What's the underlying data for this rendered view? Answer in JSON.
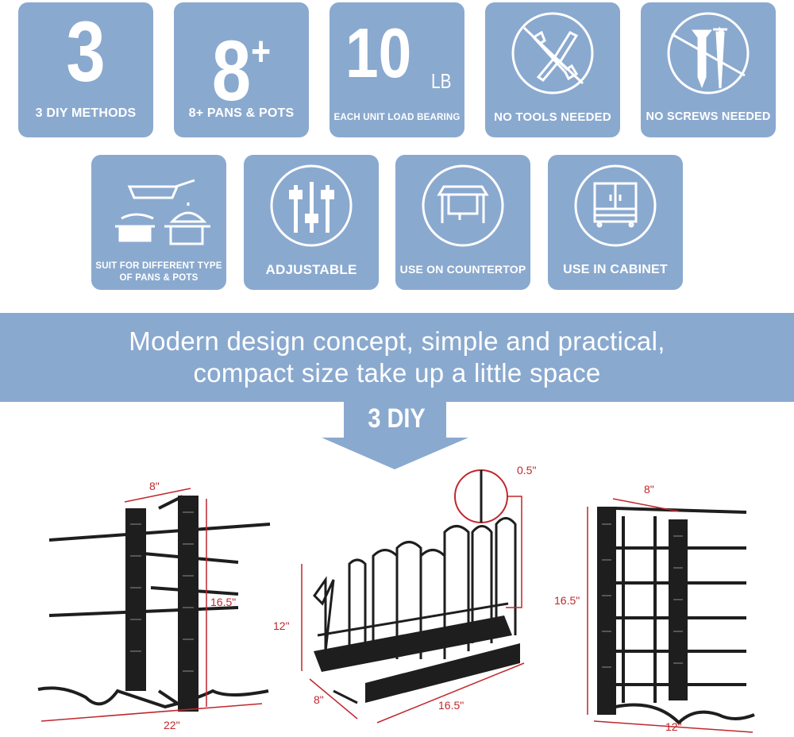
{
  "feature_tiles_row1": [
    {
      "big": "3",
      "label": "3 DIY METHODS"
    },
    {
      "big": "8",
      "sup": "+",
      "label": "8+ PANS & POTS"
    },
    {
      "big": "10",
      "unit": "LB",
      "label": "EACH UNIT LOAD BEARING"
    },
    {
      "icon": "no-tools-icon",
      "label": "NO TOOLS NEEDED"
    },
    {
      "icon": "no-screws-icon",
      "label": "NO SCREWS NEEDED"
    }
  ],
  "feature_tiles_row2": [
    {
      "icon": "pans-pots-icon",
      "label_line1": "SUIT FOR DIFFERENT TYPE",
      "label_line2": "OF PANS & POTS"
    },
    {
      "icon": "adjustable-icon",
      "label": "ADJUSTABLE"
    },
    {
      "icon": "countertop-icon",
      "label": "USE ON COUNTERTOP"
    },
    {
      "icon": "cabinet-icon",
      "label": "USE IN CABINET"
    }
  ],
  "banner": {
    "line1": "Modern design concept,  simple and practical,",
    "line2": "compact size take up a little space"
  },
  "arrow": {
    "label": "3 DIY"
  },
  "diagrams": {
    "left": {
      "width": "8\"",
      "height": "16.5\"",
      "length": "22\""
    },
    "middle": {
      "height": "12\"",
      "depth": "8\"",
      "length": "16.5\"",
      "rod": "0.5\""
    },
    "right": {
      "width": "8\"",
      "height": "16.5\"",
      "length": "12\""
    }
  },
  "colors": {
    "tile": "#8aa9cf",
    "dimension": "#c0272d",
    "rack": "#1e1e1e"
  }
}
